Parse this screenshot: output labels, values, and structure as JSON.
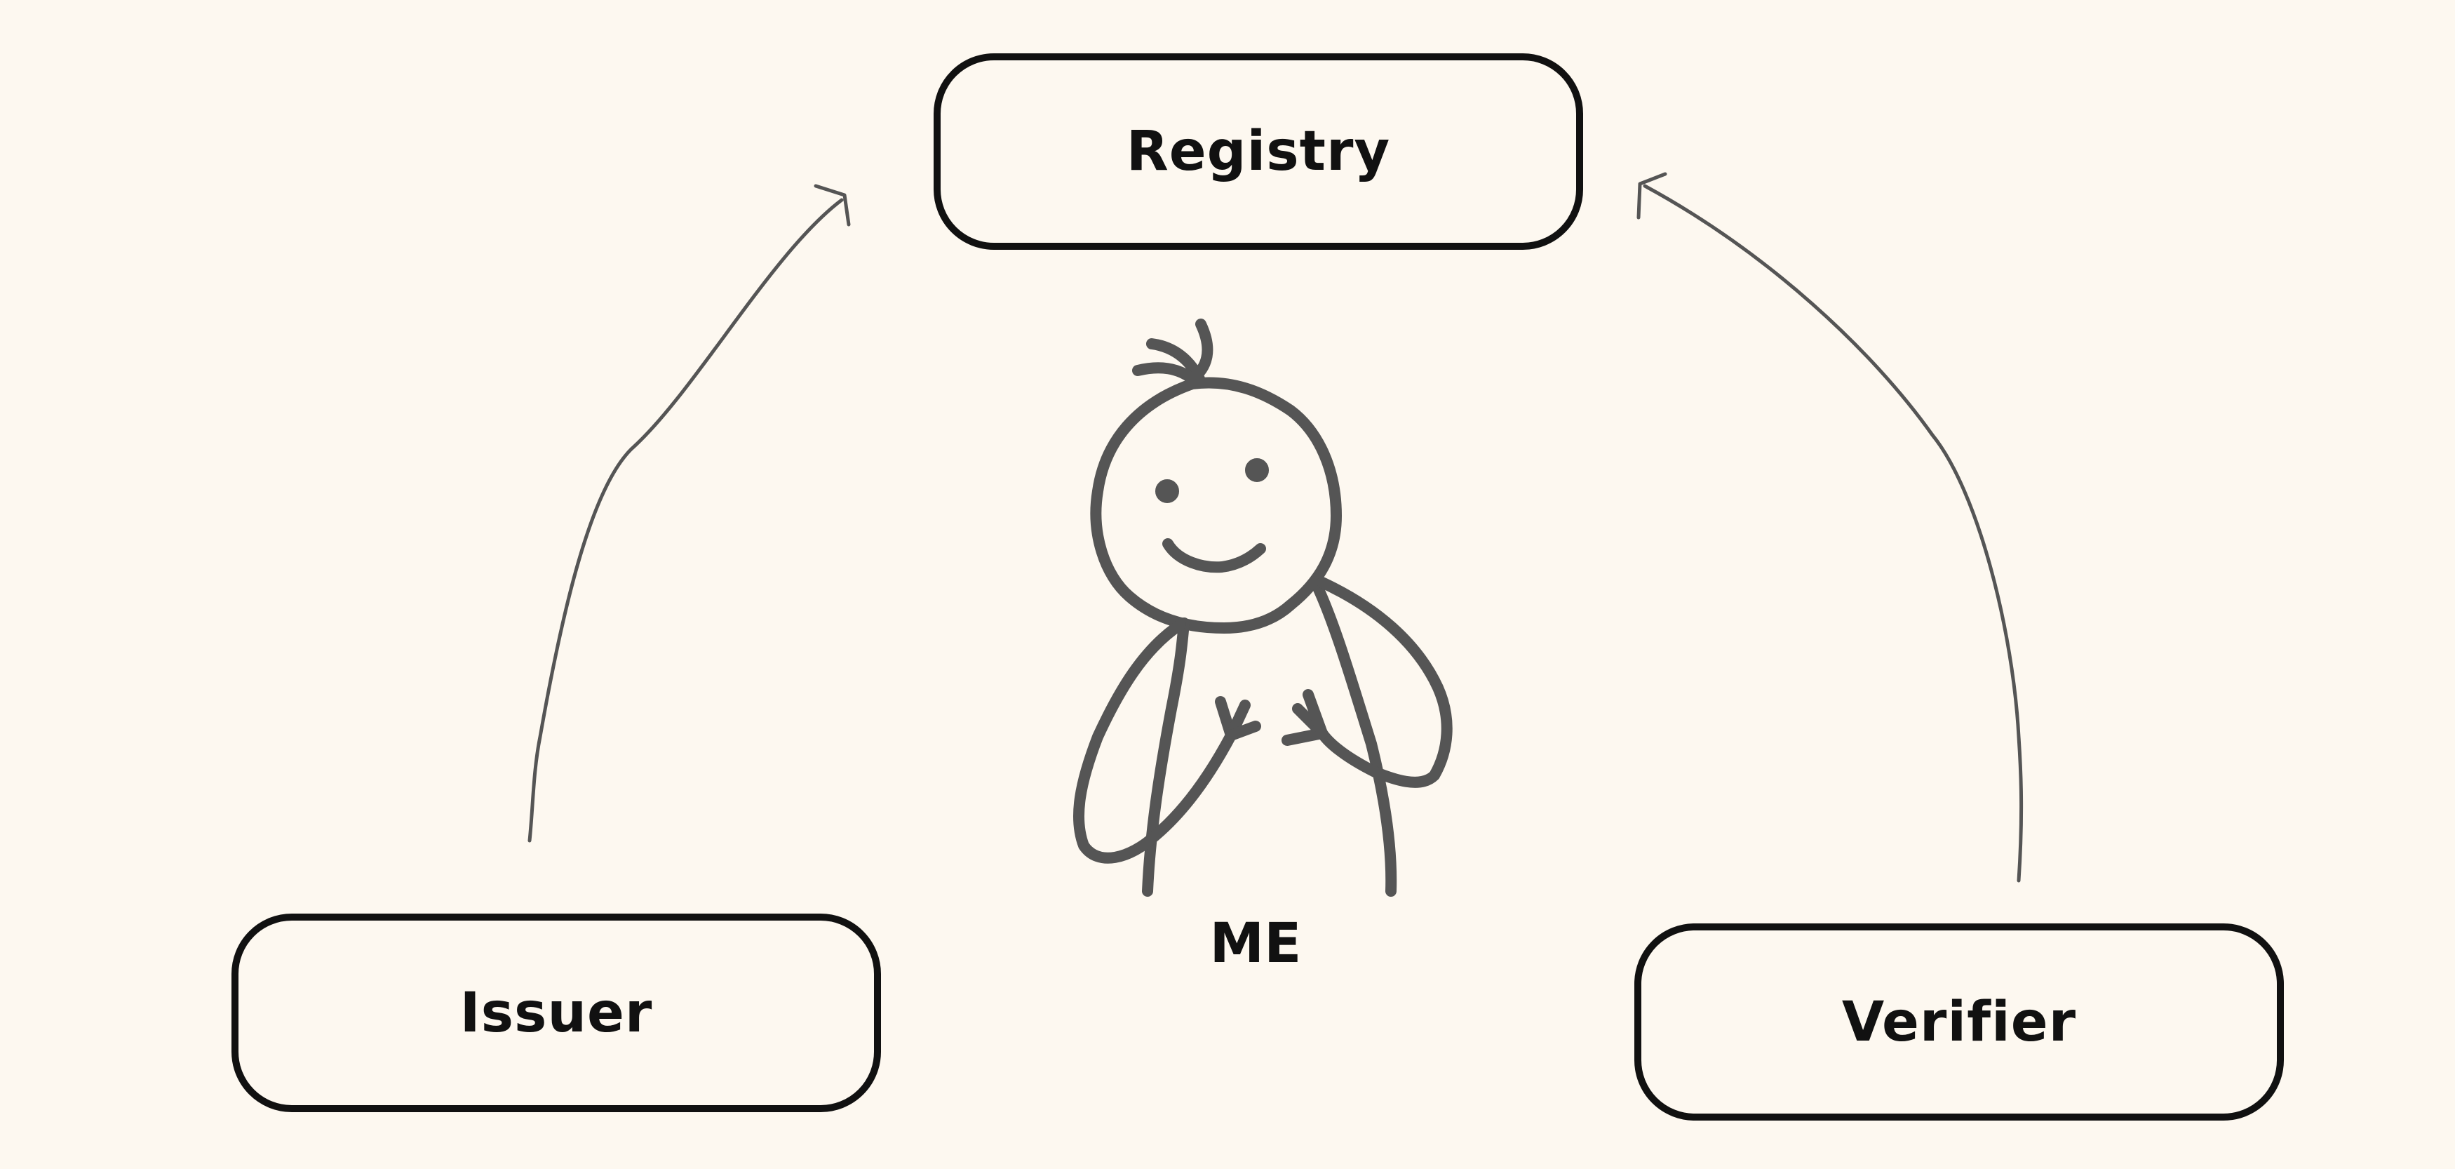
{
  "nodes": {
    "registry": {
      "label": "Registry"
    },
    "issuer": {
      "label": "Issuer"
    },
    "verifier": {
      "label": "Verifier"
    }
  },
  "person": {
    "label": "ME"
  },
  "connectors": [
    {
      "from": "issuer",
      "to": "registry",
      "arrowhead": "open"
    },
    {
      "from": "verifier",
      "to": "registry",
      "arrowhead": "open"
    }
  ],
  "colors": {
    "background": "#fdf8f0",
    "box_stroke": "#111111",
    "sketch_stroke": "#555555",
    "label": "#111111"
  }
}
